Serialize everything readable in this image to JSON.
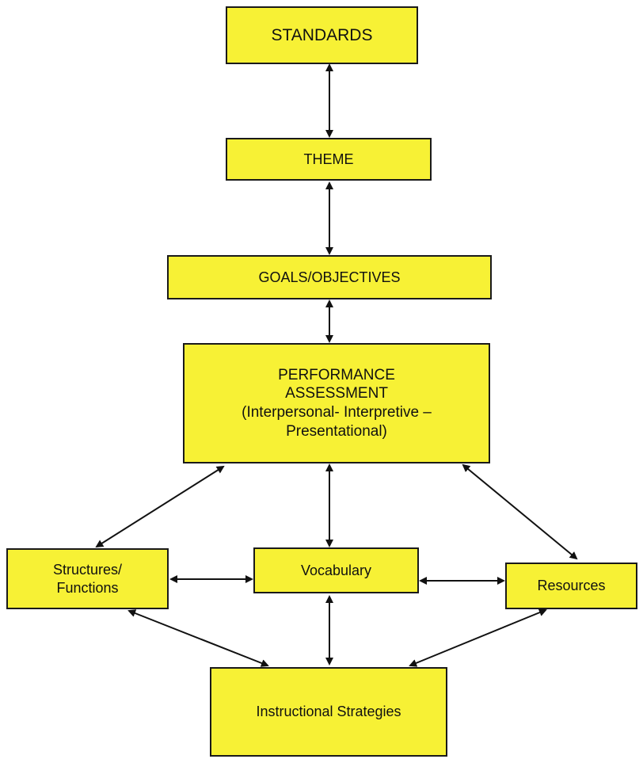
{
  "nodes": {
    "standards": "STANDARDS",
    "theme": "THEME",
    "goals": "GOALS/OBJECTIVES",
    "performance": {
      "line1": "PERFORMANCE",
      "line2": "ASSESSMENT",
      "line3": "(Interpersonal- Interpretive –",
      "line4": "Presentational)"
    },
    "structures": {
      "line1": "Structures/",
      "line2": "Functions"
    },
    "vocabulary": "Vocabulary",
    "resources": "Resources",
    "instructional": "Instructional Strategies"
  },
  "colors": {
    "box_fill": "#f7f135",
    "box_border": "#1a1a1a",
    "arrow": "#111111"
  }
}
